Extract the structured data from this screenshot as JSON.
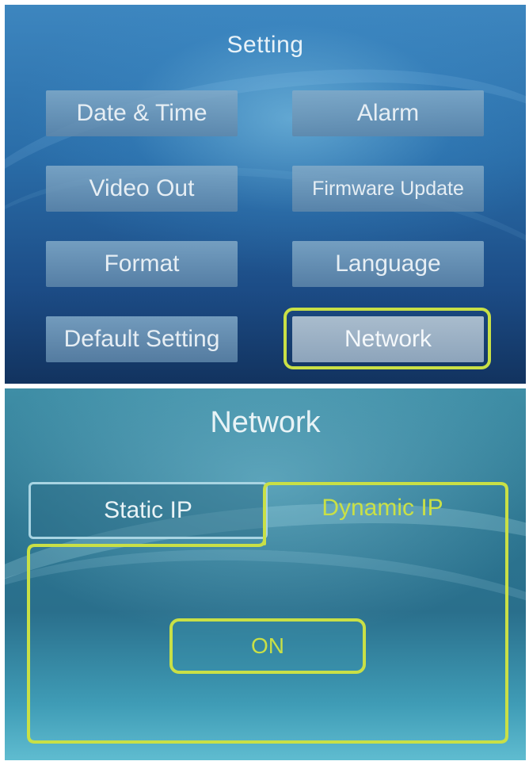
{
  "setting_screen": {
    "title": "Setting",
    "menu": [
      {
        "label": "Date & Time"
      },
      {
        "label": "Alarm"
      },
      {
        "label": "Video Out"
      },
      {
        "label": "Firmware Update"
      },
      {
        "label": "Format"
      },
      {
        "label": "Language"
      },
      {
        "label": "Default Setting"
      },
      {
        "label": "Network"
      }
    ],
    "selected_item": "Network"
  },
  "network_screen": {
    "title": "Network",
    "tabs": [
      {
        "label": "Static IP"
      },
      {
        "label": "Dynamic IP"
      }
    ],
    "active_tab": "Dynamic IP",
    "toggle_label": "ON"
  },
  "colors": {
    "highlight": "#c9e046",
    "setting_bg": "#2a6da8",
    "network_bg": "#2c7590",
    "tab_border": "#a8d4e2"
  }
}
